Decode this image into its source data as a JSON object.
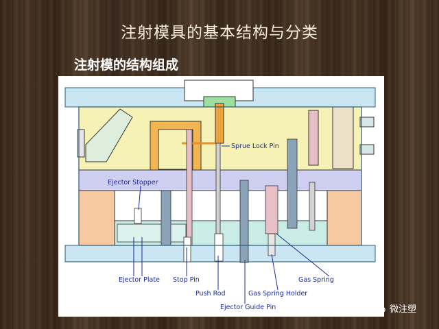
{
  "title": "注射模具的基本结构与分类",
  "subtitle": "注射模的结构组成",
  "diagram": {
    "labels": {
      "sprue_lock_pin": "Sprue Lock Pin",
      "ejector_stopper": "Ejector Stopper",
      "ejector_plate": "Ejector Plate",
      "stop_pin": "Stop Pin",
      "push_rod": "Push Rod",
      "gas_spring_holder": "Gas Spring Holder",
      "gas_spring": "Gas Spring",
      "ejector_guide_pin": "Ejector Guide Pin"
    }
  },
  "watermark": {
    "text": "微注塑",
    "icon": "wechat-icon"
  },
  "colors": {
    "plate_blue": "#c9e6f2",
    "plate_yellow": "#f6f1b4",
    "plate_lavender": "#cfcff1",
    "plate_orange": "#f7c9a1",
    "plate_aqua": "#c9ece6",
    "label_text": "#1b2a9a"
  }
}
